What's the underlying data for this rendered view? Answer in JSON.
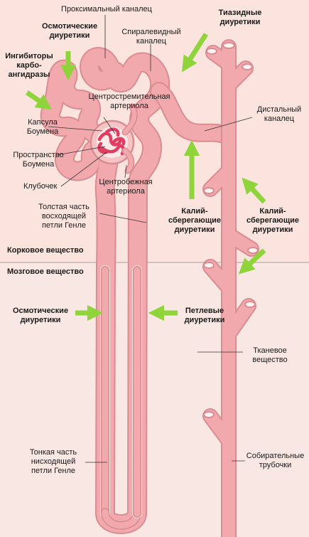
{
  "zones": {
    "cortex": "Корковое вещество",
    "medulla": "Мозговое вещество"
  },
  "labels": {
    "proximal_tubule": "Проксимальный каналец",
    "convoluted_tubule": "Спиралевидный\nканалец",
    "afferent_arteriole": "Центростремительная\nартериола",
    "bowman_capsule": "Капсула\nБоумена",
    "bowman_space": "Пространство\nБоумена",
    "glomerulus": "Клубочек",
    "efferent_arteriole": "Центробежная\nартериола",
    "thick_ascending_limb": "Толстая часть\nвосходящей\nпетли Генле",
    "distal_tubule": "Дистальный\nканалец",
    "interstitium": "Тканевое\nвещество",
    "thin_descending_limb": "Тонкая часть\nнисходящей\nпетли Генле",
    "collecting_ducts": "Собирательные\nтрубочки"
  },
  "drugs": {
    "osmotic_top": "Осмотические\nдиуретики",
    "carbonic_anhydrase": "Ингибиторы\nкарбо-\nангидразы",
    "thiazide": "Тиазидные\nдиуретики",
    "potassium_sparing_1": "Калий-\nсберегающие\nдиуретики",
    "potassium_sparing_2": "Калий-\nсберегающие\nдиуретики",
    "osmotic_bottom": "Осмотические\nдиуретики",
    "loop": "Петлевые\nдиуретики"
  },
  "colors": {
    "background_cortex": "#fbe4de",
    "background_medulla": "#f9e7e3",
    "tubule": "#f2a9ad",
    "tubule_outline": "#d98c92",
    "glomerulus": "#e23c62",
    "arrow": "#8ed43a",
    "divider": "#c9b4b0"
  }
}
